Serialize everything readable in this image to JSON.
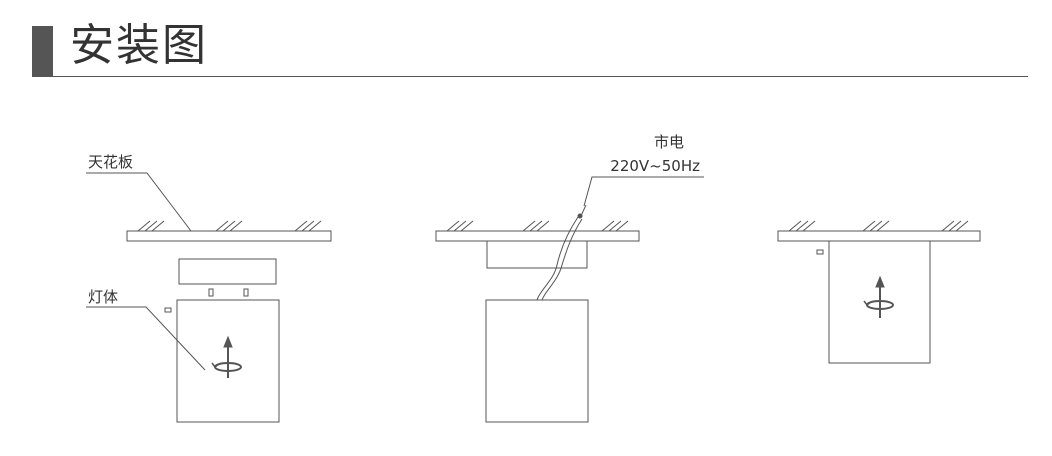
{
  "header": {
    "title": "安装图"
  },
  "labels": {
    "ceiling": "天花板",
    "lamp_body": "灯体",
    "mains": "市电",
    "voltage": "220V~50Hz"
  },
  "colors": {
    "line": "#555555",
    "text": "#333333",
    "accent": "#555555"
  }
}
